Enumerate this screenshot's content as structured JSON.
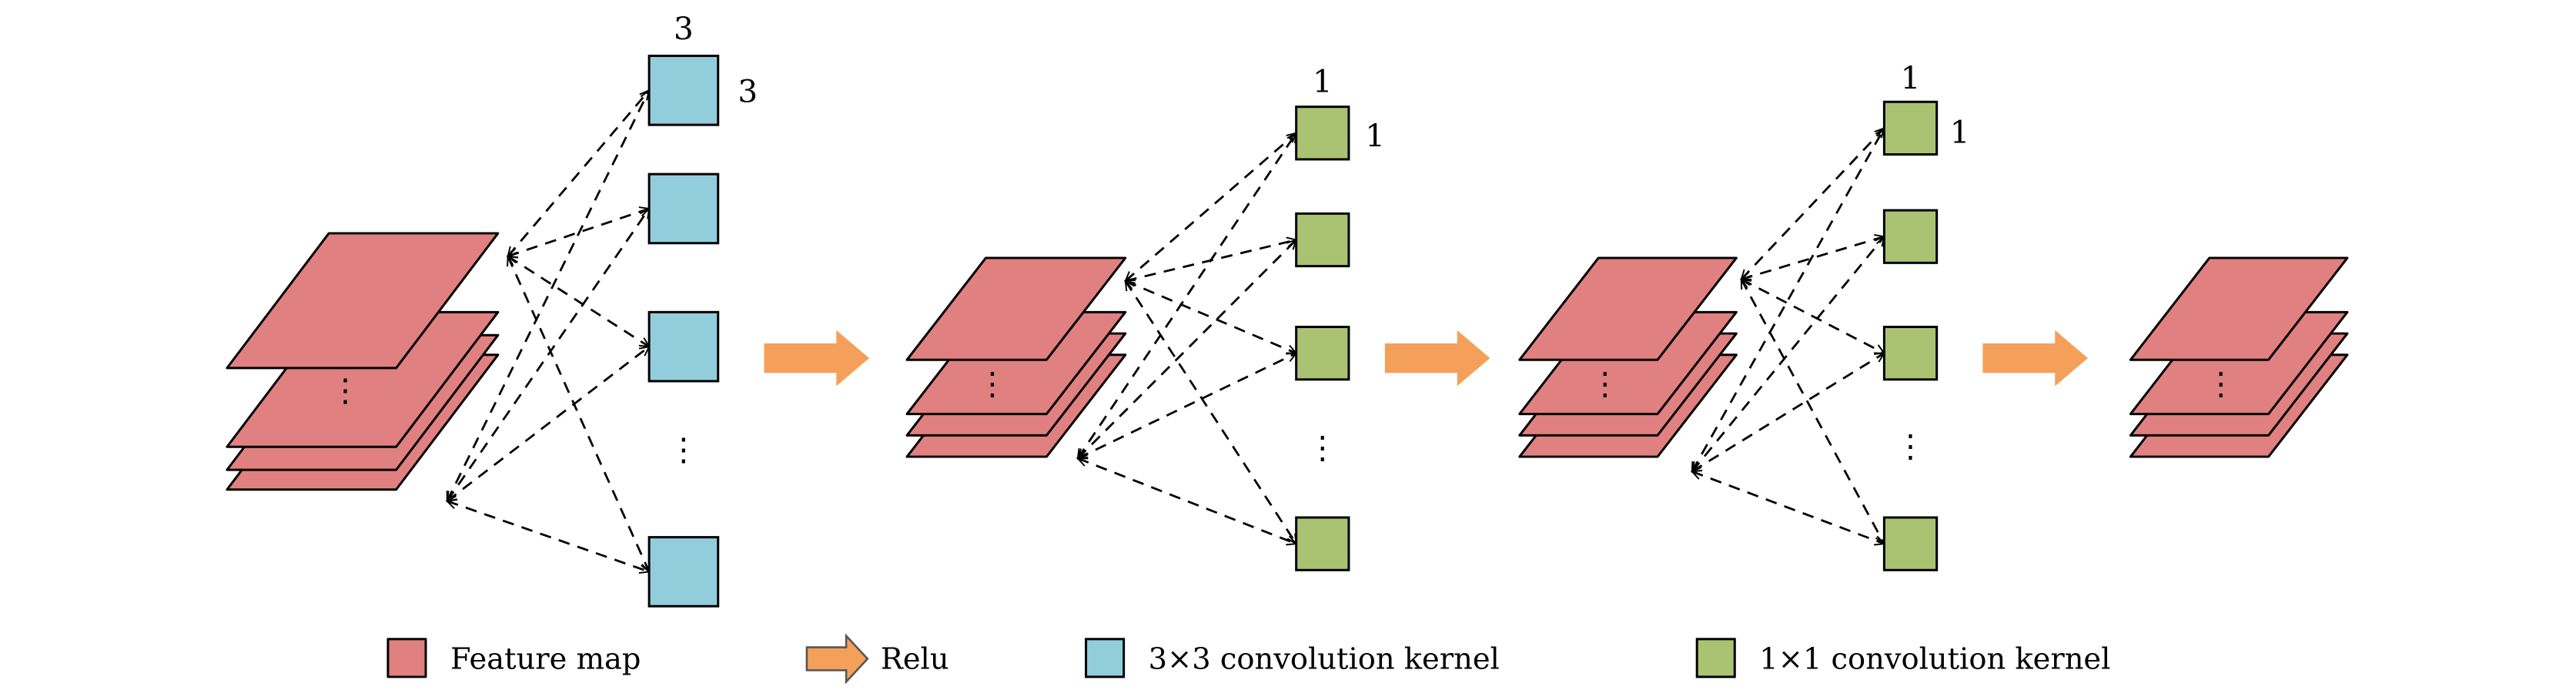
{
  "colors": {
    "feature_map": "#E08080",
    "kernel_3x3": "#92CDDC",
    "kernel_1x1": "#A9C372",
    "relu_arrow": "#F4A05A"
  },
  "stage1": {
    "kernel_width_label": "3",
    "kernel_height_label": "3",
    "ellipsis": "⋮",
    "map_ellipsis": "⋮"
  },
  "stage2": {
    "kernel_width_label": "1",
    "kernel_height_label": "1",
    "ellipsis": "⋮",
    "map_ellipsis": "⋮"
  },
  "stage3": {
    "kernel_width_label": "1",
    "kernel_height_label": "1",
    "ellipsis": "⋮",
    "map_ellipsis": "⋮"
  },
  "stage4": {
    "map_ellipsis": "⋮"
  },
  "legend": {
    "feature_map": "Feature map",
    "relu": "Relu",
    "kernel_3x3": "3×3 convolution kernel",
    "kernel_1x1": "1×1 convolution kernel"
  }
}
